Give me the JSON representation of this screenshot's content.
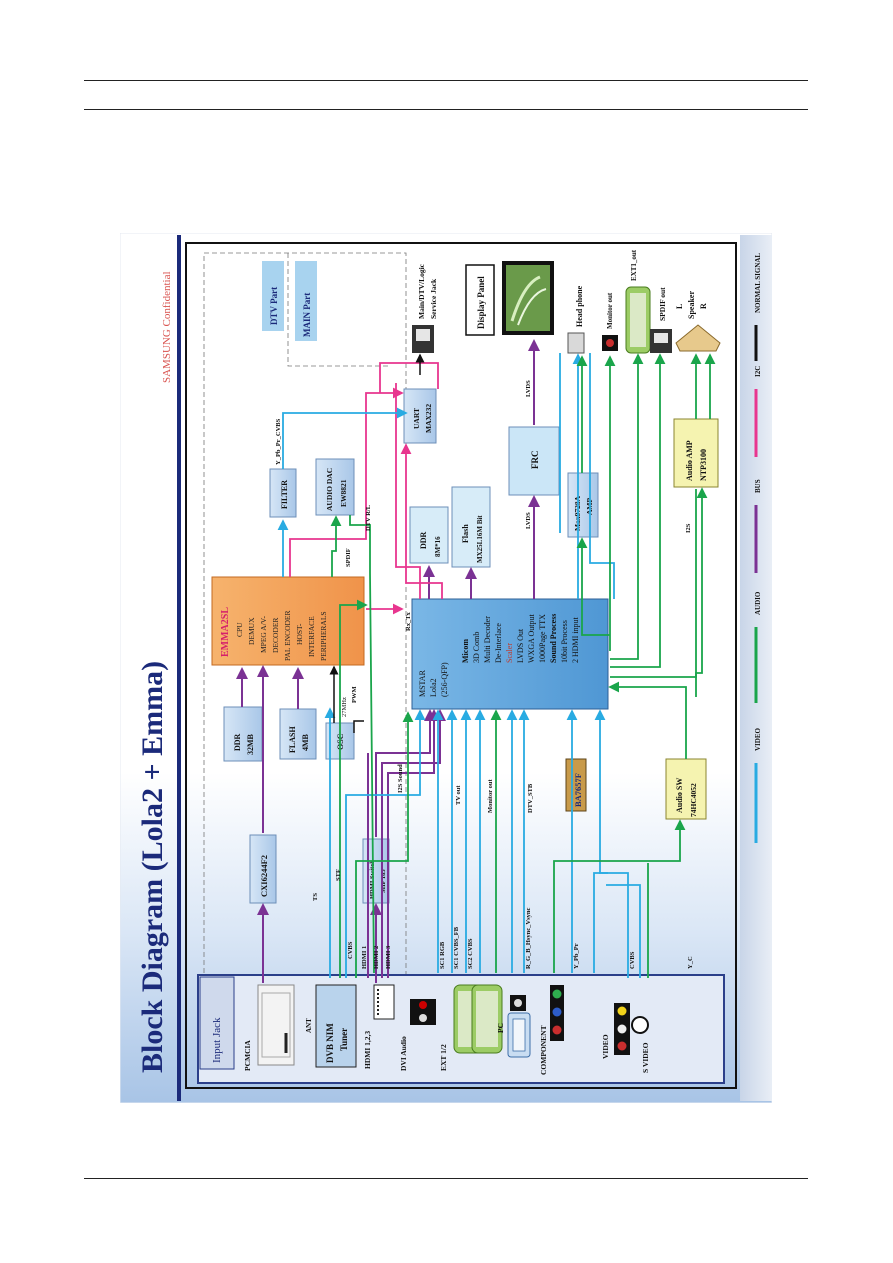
{
  "page": {
    "colors": {
      "video": "#29abe2",
      "audio": "#1aa54b",
      "bus": "#7b3294",
      "i2c": "#e8368f",
      "normal": "#111111",
      "frame": "#1b2a7a"
    }
  },
  "diagram": {
    "title": "Block Diagram (Lola2 + Emma)",
    "confidential": "SAMSUNG Confidential",
    "parts": {
      "dtv": "DTV Part",
      "main": "MAIN Part"
    },
    "input_jack": {
      "header": "Input Jack",
      "items": [
        "PCMCIA",
        "ANT",
        "HDMI 1,2,3",
        "DVI Audio",
        "EXT 1/2",
        "PC",
        "COMPONENT",
        "VIDEO",
        "S VIDEO"
      ]
    },
    "blocks": {
      "dvb_tuner": [
        "DVB NIM",
        "Tuner"
      ],
      "cxi": "CXI6244F2",
      "ddr_32": [
        "DDR",
        "32MB"
      ],
      "flash_4": [
        "FLASH",
        "4MB"
      ],
      "osc": "OSC",
      "osc_freq": "27MHz",
      "emma": {
        "name": "EMMA2SL",
        "lines": [
          "CPU",
          "DEMUX",
          "MPEG A/V-",
          "DECODER",
          "PAL ENCODER",
          "HOST-",
          "INTERFACE",
          "PERIPHERALS"
        ]
      },
      "filter": "FILTER",
      "audio_dac": [
        "AUDIO DAC",
        "EW8821"
      ],
      "hdmi_switch": [
        "HDMI Switch",
        "SIIP 185"
      ],
      "mstar": [
        "MSTAR",
        "Lola2",
        "(256-QFP)"
      ],
      "mstar_features": [
        "Micom",
        "3D Comb",
        "Multi Decoder",
        "De-Interlace",
        "Scaler",
        "LVDS Out",
        "WXGA Output",
        "1000Page TTX",
        "Sound Process",
        "10bit Process",
        "2 HDMI input"
      ],
      "ddr_8": [
        "DDR",
        "8M*16"
      ],
      "flash_mx": [
        "Flash",
        "MX25L16M Bit"
      ],
      "ba7657f": "BA7657F",
      "audio_sw": [
        "Audio SW",
        "74HC4052"
      ],
      "uart": [
        "UART",
        "MAX232"
      ],
      "frc": "FRC",
      "max_amp": [
        "Max9728A",
        "AMP"
      ],
      "audio_amp": [
        "Audio AMP",
        "NTP3100"
      ]
    },
    "signals": {
      "ts": "TS",
      "stf": "STF",
      "cvbs": "CVBS",
      "hdmi1": "HDMI 1",
      "hdmi2": "HDMI 2",
      "hdmi3": "HDMI 3",
      "sc1_rgb": "SC1 RGB",
      "sc1_cvbs": "SC1 CVBS_FB",
      "sc2_cvbs": "SC2 CVBS",
      "rgb_hv": "R_G_B_Hsync_Vsync",
      "ypbpr": "Y_Pb_Pr",
      "cvbs2": "CVBS",
      "yc": "Y_C",
      "i2s_sound": "I2S Sound",
      "tv_out": "TV out",
      "monitor_out_sig": "Monitor out",
      "dtv_stb": "DTV_STB",
      "pwm": "PWM",
      "spdif": "SPDIF",
      "dtv_rl": "DTV R/L",
      "rx_tx": "Rx_Tx",
      "yb_r_cvbs": "Y_Pb_Pr_CVBS",
      "lvds": "LVDS",
      "lvds2": "LVDS",
      "i2s": "I2S"
    },
    "outputs": {
      "service_jack": [
        "Main/DTV/Logic",
        "Service Jack"
      ],
      "display_panel": "Display Panel",
      "headphone": "Head phone",
      "monitor_out": "Monitor out",
      "ext1_out": "EXT1_out",
      "spdif_out": "SPDIF out",
      "speaker": [
        "L",
        "Speaker",
        "R"
      ]
    },
    "legend": [
      "VIDEO",
      "AUDIO",
      "BUS",
      "I2C",
      "NORMAL SIGNAL"
    ]
  }
}
